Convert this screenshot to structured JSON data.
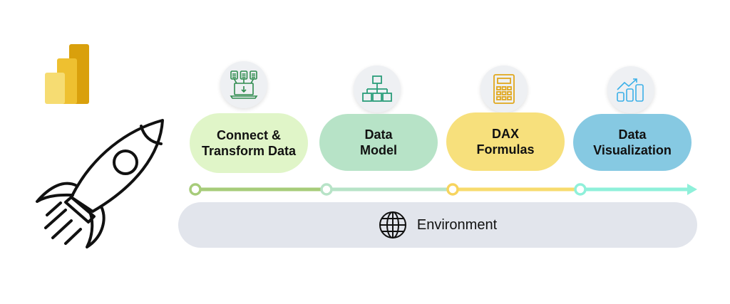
{
  "logo": {
    "name": "power-bi-logo",
    "colors": [
      "#f6dc72",
      "#eec030",
      "#d9a00c"
    ]
  },
  "steps": [
    {
      "label_line1": "Connect &",
      "label_line2": "Transform Data",
      "icon": "data-import-laptop-icon",
      "pill_color": "#e0f5c8",
      "icon_color": "#2e8b4e",
      "line_color": "#a7cc7a"
    },
    {
      "label_line1": "Data",
      "label_line2": "Model",
      "icon": "hierarchy-icon",
      "pill_color": "#b7e3c7",
      "icon_color": "#2a9d7a",
      "line_color": "#b7e3c7"
    },
    {
      "label_line1": "DAX",
      "label_line2": "Formulas",
      "icon": "calculator-icon",
      "pill_color": "#f7e07c",
      "icon_color": "#e0a71c",
      "line_color": "#f7db6e"
    },
    {
      "label_line1": "Data",
      "label_line2": "Visualization",
      "icon": "bar-chart-trend-icon",
      "pill_color": "#86c9e2",
      "icon_color": "#3bb0e8",
      "line_color": "#8ff0da"
    }
  ],
  "environment": {
    "label": "Environment",
    "icon": "globe-icon",
    "color": "#e2e5ec"
  }
}
